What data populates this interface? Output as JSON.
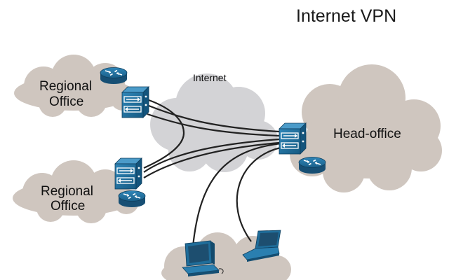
{
  "diagram": {
    "title": "Internet VPN",
    "internet_label": "Internet",
    "head_office_label": "Head-office",
    "regional_office_1": {
      "line1": "Regional",
      "line2": "Office"
    },
    "regional_office_2": {
      "line1": "Regional",
      "line2": "Office"
    }
  },
  "colors": {
    "office_cloud": "#cfc6bf",
    "internet_cloud": "#d3d3d6",
    "device_blue": "#1f6d9a",
    "device_dark": "#154f73",
    "link": "#222222"
  },
  "icons": {
    "router": "router-icon",
    "firewall": "firewall-vpn-icon",
    "desktop": "desktop-computer-icon",
    "laptop": "laptop-icon"
  }
}
